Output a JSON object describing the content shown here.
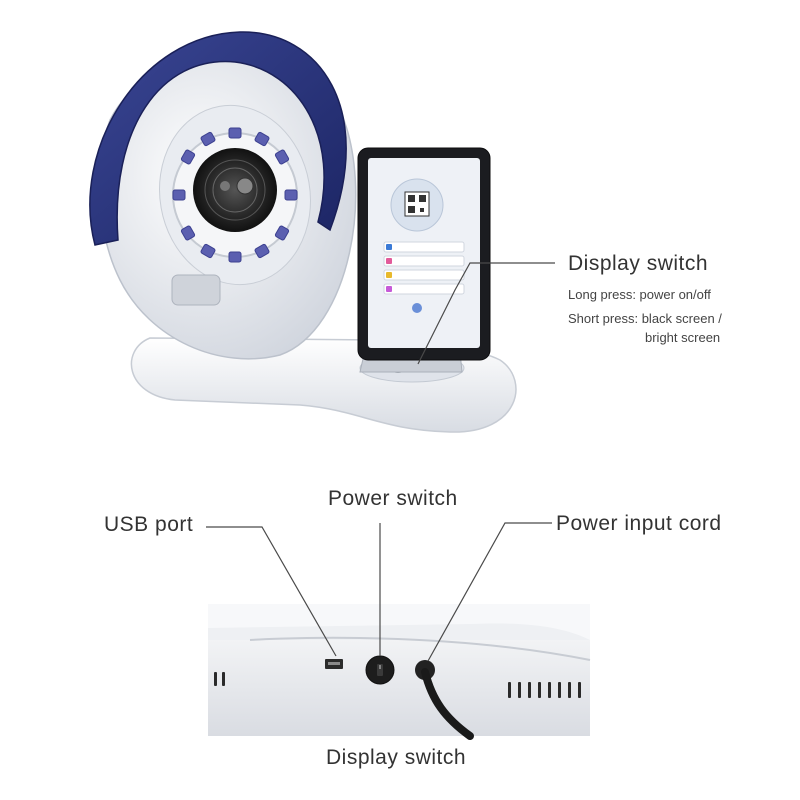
{
  "top_callout": {
    "title": "Display switch",
    "line1": "Long press: power on/off",
    "line2": "Short press: black screen /",
    "line3": "bright screen"
  },
  "bottom_callouts": {
    "usb": "USB port",
    "power_switch": "Power switch",
    "power_cord": "Power input cord",
    "display_switch": "Display switch"
  },
  "colors": {
    "hood": "#27337a",
    "body": "#e6e9ef",
    "screen": "#1b1c20",
    "leader": "#4a4a4a"
  }
}
